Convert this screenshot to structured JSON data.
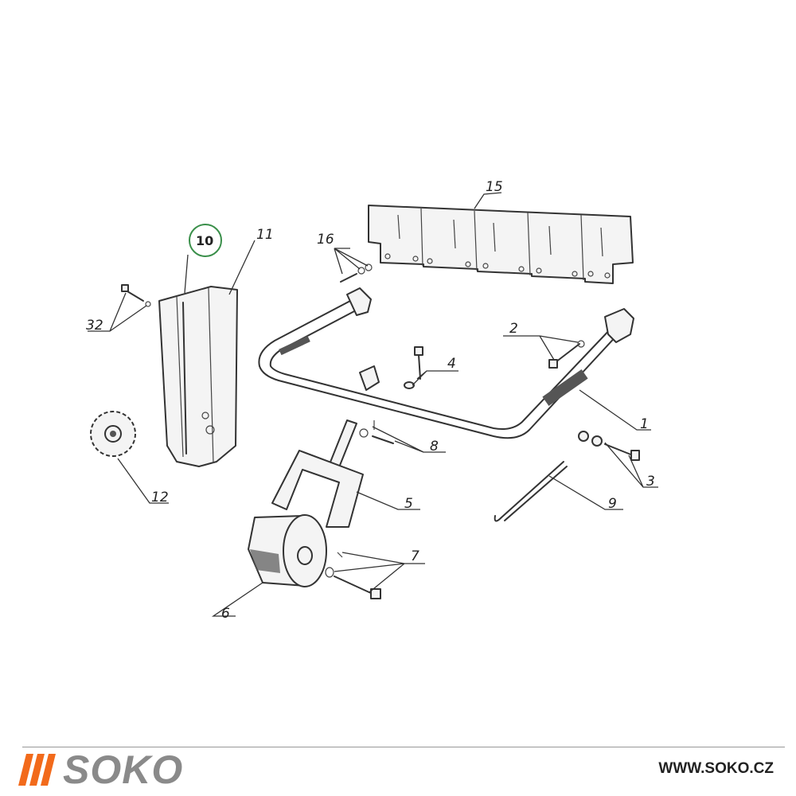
{
  "callouts": {
    "c1": "1",
    "c2": "2",
    "c3": "3",
    "c4": "4",
    "c5": "5",
    "c6": "6",
    "c7": "7",
    "c8": "8",
    "c9": "9",
    "c10": "10",
    "c11": "11",
    "c12": "12",
    "c15": "15",
    "c16": "16",
    "c32": "32"
  },
  "highlight_color": "#3a8f4a",
  "footer": {
    "brand": "SOKO",
    "website": "WWW.SOKO.CZ",
    "brand_color": "#8a8a8a",
    "accent_color": "#f26a1b"
  }
}
